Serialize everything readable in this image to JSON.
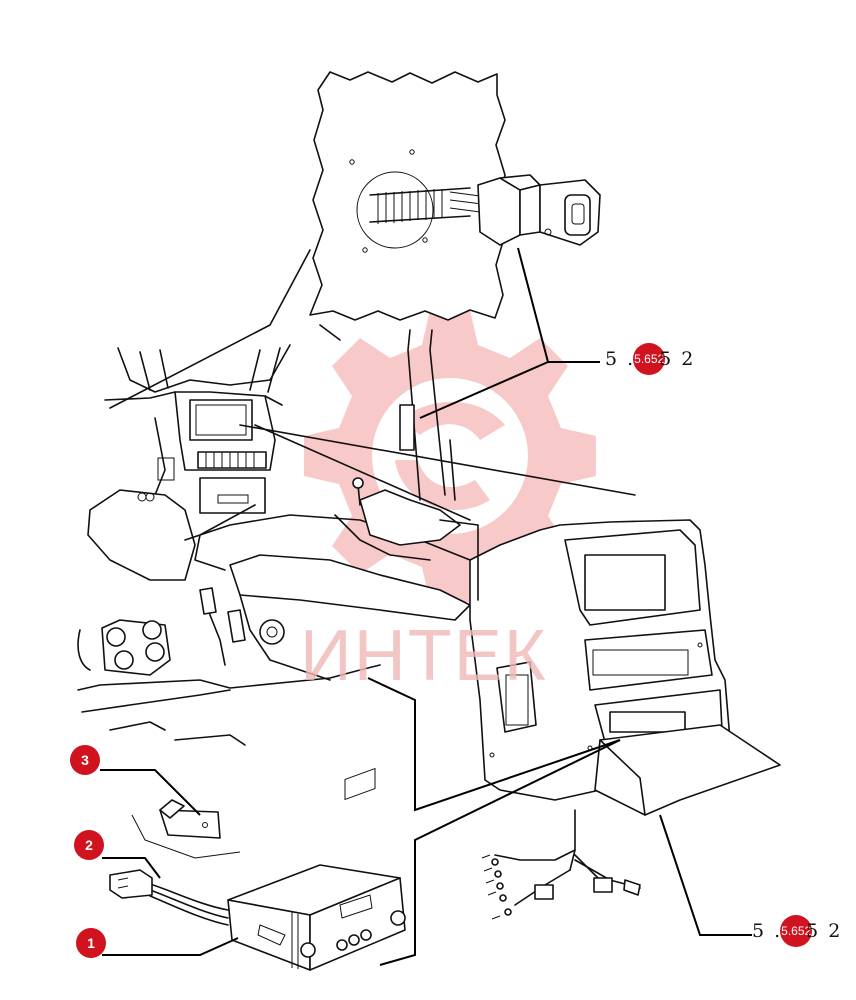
{
  "watermark": {
    "text": "ИНТЕК",
    "color": "#f3b3b3"
  },
  "callouts": [
    {
      "number": "1",
      "color": "#d1121f"
    },
    {
      "number": "2",
      "color": "#d1121f"
    },
    {
      "number": "3",
      "color": "#d1121f"
    }
  ],
  "references": [
    {
      "prefix": "5 .",
      "badge": "5.652",
      "suffix": "5 2"
    },
    {
      "prefix": "5 .",
      "badge": "5.652",
      "suffix": "5 2"
    }
  ]
}
